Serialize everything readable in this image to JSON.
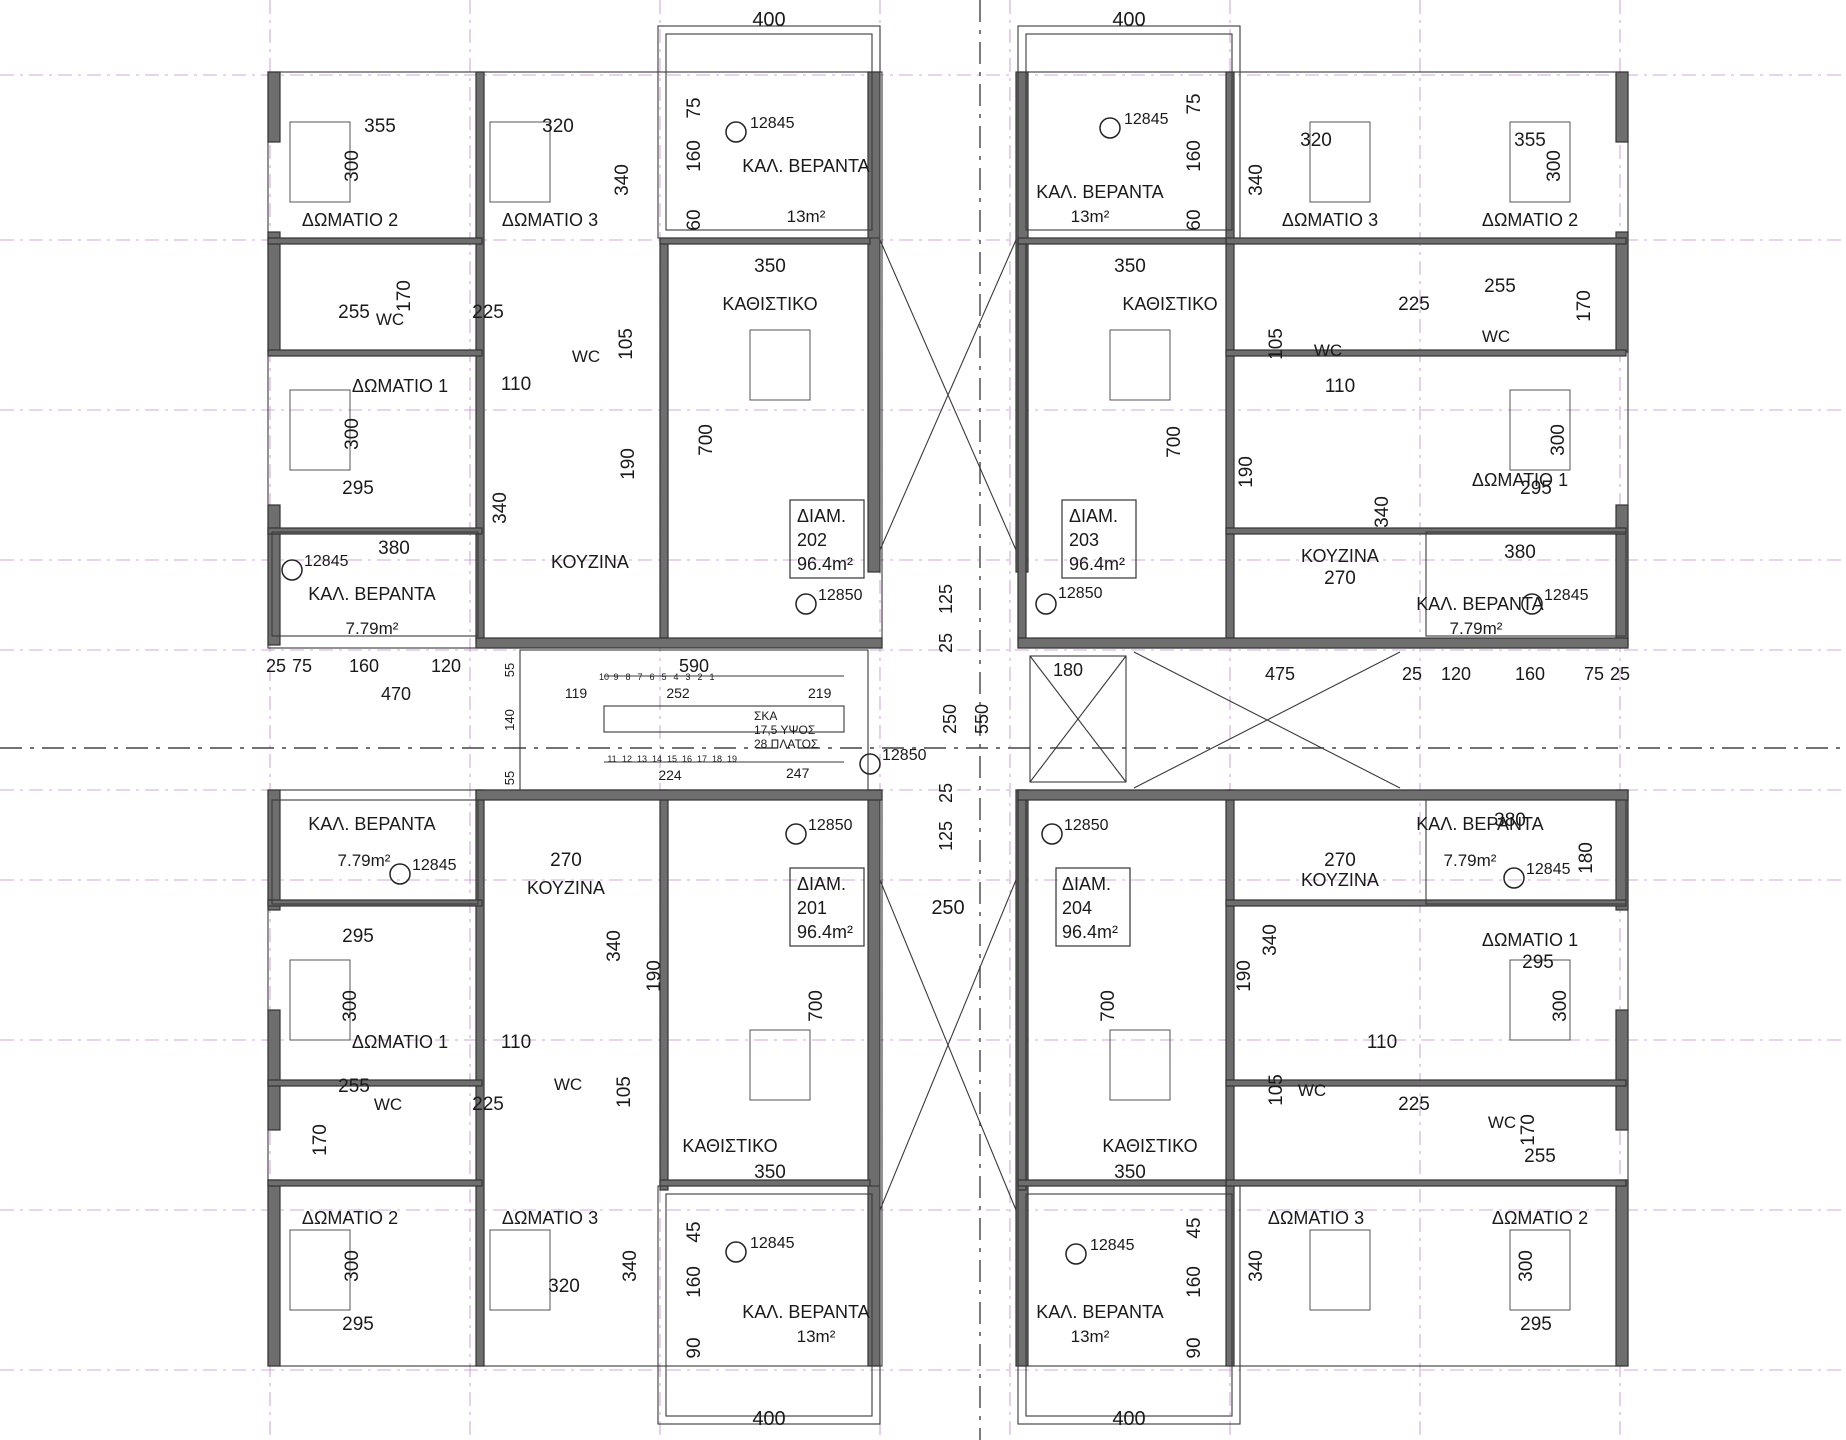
{
  "plan": {
    "top_dims": [
      "400",
      "400"
    ],
    "bottom_dims": [
      "400",
      "400"
    ],
    "apartments": [
      {
        "id": "202",
        "dwelling": "ΔΙΑΜ.",
        "number": "202",
        "area": "96.4m²",
        "rooms": {
          "bedroom2": "ΔΩΜΑΤΙΟ 2",
          "bedroom3": "ΔΩΜΑΤΙΟ 3",
          "bedroom1": "ΔΩΜΑΤΙΟ 1",
          "wc_a": "WC",
          "wc_b": "WC",
          "kitchen": "ΚΟΥΖΙΝΑ",
          "living": "ΚΑΘΙΣΤΙΚΟ",
          "veranda_big": "ΚΑΛ. ΒΕΡΑΝΤΑ",
          "veranda_big_area": "13m²",
          "veranda_small": "ΚΑΛ. ΒΕΡΑΝΤΑ",
          "veranda_small_area": "7.79m²"
        },
        "levels": [
          "12845",
          "12845",
          "12850"
        ],
        "dims": [
          "355",
          "300",
          "320",
          "340",
          "75",
          "160",
          "60",
          "350",
          "170",
          "255",
          "225",
          "105",
          "110",
          "700",
          "300",
          "295",
          "190",
          "340",
          "380"
        ]
      },
      {
        "id": "203",
        "dwelling": "ΔΙΑΜ.",
        "number": "203",
        "area": "96.4m²",
        "rooms": {
          "bedroom2": "ΔΩΜΑΤΙΟ 2",
          "bedroom3": "ΔΩΜΑΤΙΟ 3",
          "bedroom1": "ΔΩΜΑΤΙΟ 1",
          "wc_a": "WC",
          "wc_b": "WC",
          "kitchen": "ΚΟΥΖΙΝΑ",
          "living": "ΚΑΘΙΣΤΙΚΟ",
          "veranda_big": "ΚΑΛ. ΒΕΡΑΝΤΑ",
          "veranda_big_area": "13m²",
          "veranda_small": "ΚΑΛ. ΒΕΡΑΝΤΑ",
          "veranda_small_area": "7.79m²"
        },
        "levels": [
          "12845",
          "12845",
          "12850"
        ],
        "dims": [
          "320",
          "355",
          "340",
          "300",
          "75",
          "160",
          "60",
          "350",
          "255",
          "170",
          "225",
          "105",
          "110",
          "700",
          "300",
          "295",
          "190",
          "340",
          "270",
          "380"
        ]
      },
      {
        "id": "201",
        "dwelling": "ΔΙΑΜ.",
        "number": "201",
        "area": "96.4m²",
        "rooms": {
          "bedroom2": "ΔΩΜΑΤΙΟ 2",
          "bedroom3": "ΔΩΜΑΤΙΟ 3",
          "bedroom1": "ΔΩΜΑΤΙΟ 1",
          "wc_a": "WC",
          "wc_b": "WC",
          "kitchen": "ΚΟΥΖΙΝΑ",
          "living": "ΚΑΘΙΣΤΙΚΟ",
          "veranda_big": "ΚΑΛ. ΒΕΡΑΝΤΑ",
          "veranda_big_area": "13m²",
          "veranda_small": "ΚΑΛ. ΒΕΡΑΝΤΑ",
          "veranda_small_area": "7.79m²"
        },
        "levels": [
          "12845",
          "12845",
          "12850"
        ],
        "dims": [
          "270",
          "340",
          "295",
          "300",
          "190",
          "700",
          "110",
          "255",
          "225",
          "105",
          "170",
          "350",
          "300",
          "295",
          "320",
          "340",
          "45",
          "160",
          "90"
        ]
      },
      {
        "id": "204",
        "dwelling": "ΔΙΑΜ.",
        "number": "204",
        "area": "96.4m²",
        "rooms": {
          "bedroom2": "ΔΩΜΑΤΙΟ 2",
          "bedroom3": "ΔΩΜΑΤΙΟ 3",
          "bedroom1": "ΔΩΜΑΤΙΟ 1",
          "wc_a": "WC",
          "wc_b": "WC",
          "kitchen": "ΚΟΥΖΙΝΑ",
          "living": "ΚΑΘΙΣΤΙΚΟ",
          "veranda_big": "ΚΑΛ. ΒΕΡΑΝΤΑ",
          "veranda_big_area": "13m²",
          "veranda_small": "ΚΑΛ. ΒΕΡΑΝΤΑ",
          "veranda_small_area": "7.79m²"
        },
        "levels": [
          "12845",
          "12845",
          "12850"
        ],
        "dims": [
          "380",
          "180",
          "270",
          "340",
          "295",
          "300",
          "190",
          "700",
          "110",
          "225",
          "105",
          "170",
          "255",
          "350",
          "340",
          "300",
          "295",
          "45",
          "160",
          "90"
        ]
      }
    ],
    "core": {
      "left_row_dims": [
        "25",
        "75",
        "160",
        "120",
        "470"
      ],
      "right_row_dims": [
        "475",
        "25",
        "120",
        "160",
        "75",
        "25"
      ],
      "stair": {
        "top_dim": "590",
        "upper_len": "252",
        "lower_len": "224",
        "left_dim": "119",
        "side_dims": [
          "55",
          "140",
          "55"
        ],
        "upper_steps": [
          "10",
          "9",
          "8",
          "7",
          "6",
          "5",
          "4",
          "3",
          "2",
          "1"
        ],
        "lower_steps": [
          "11",
          "12",
          "13",
          "14",
          "15",
          "16",
          "17",
          "18",
          "19"
        ],
        "note_1": "ΣΚΑ",
        "note_2": "17,5 ΥΨΟΣ",
        "note_3": "28 ΠΛΑΤΟΣ",
        "landing_dims": [
          "219",
          "247"
        ],
        "level": "12850"
      },
      "corridor_dims": [
        "125",
        "25",
        "250",
        "550",
        "25",
        "125",
        "250"
      ],
      "lift_dim": "180"
    }
  }
}
